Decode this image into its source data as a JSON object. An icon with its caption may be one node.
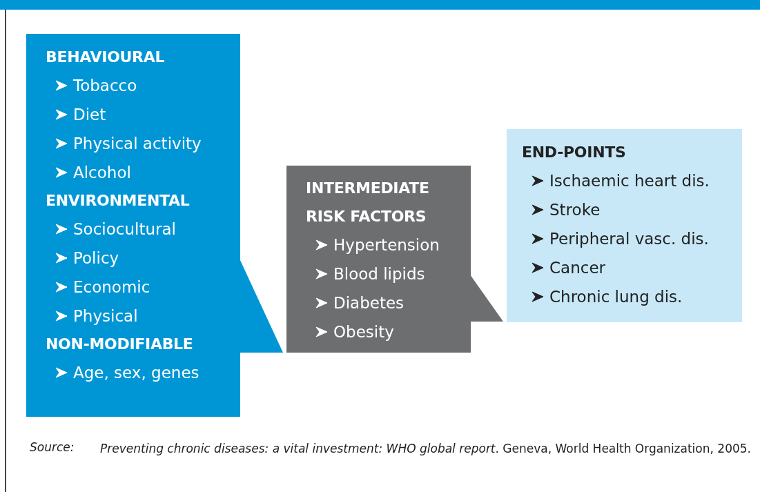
{
  "diagram": {
    "caption": "*Preventing chronic diseases: a vital investment: WHO global report*. Geneva, World Health Organization, 2005.",
    "nodes": [
      {
        "text": [
          "BEHAVIOURAL",
          "Tobacco",
          "Diet",
          "Physical activity",
          "Alcohol",
          "ENVIRONMENTAL",
          "Sociocultural",
          "Policy",
          "Economic",
          "Physical",
          "NON-MODIFIABLE",
          "Age, sex, genes"
        ]
      },
      {
        "text": [
          "INTERMEDIATE RISK FACTORS",
          "Hypertension",
          "Blood lipids",
          "Diabetes",
          "Obesity"
        ]
      },
      {
        "text": [
          "END-POINTS",
          "Ischaemic heart dis.",
          "Stroke",
          "Peripheral vasc. dis.",
          "Cancer",
          "Chronic lung dis."
        ]
      }
    ],
    "edges": [
      {
        "from": 0,
        "to": 1,
        "arrow": "to"
      },
      {
        "from": 1,
        "to": 2,
        "arrow": "to"
      }
    ],
    "labels": [
      "Source:"
    ]
  }
}
